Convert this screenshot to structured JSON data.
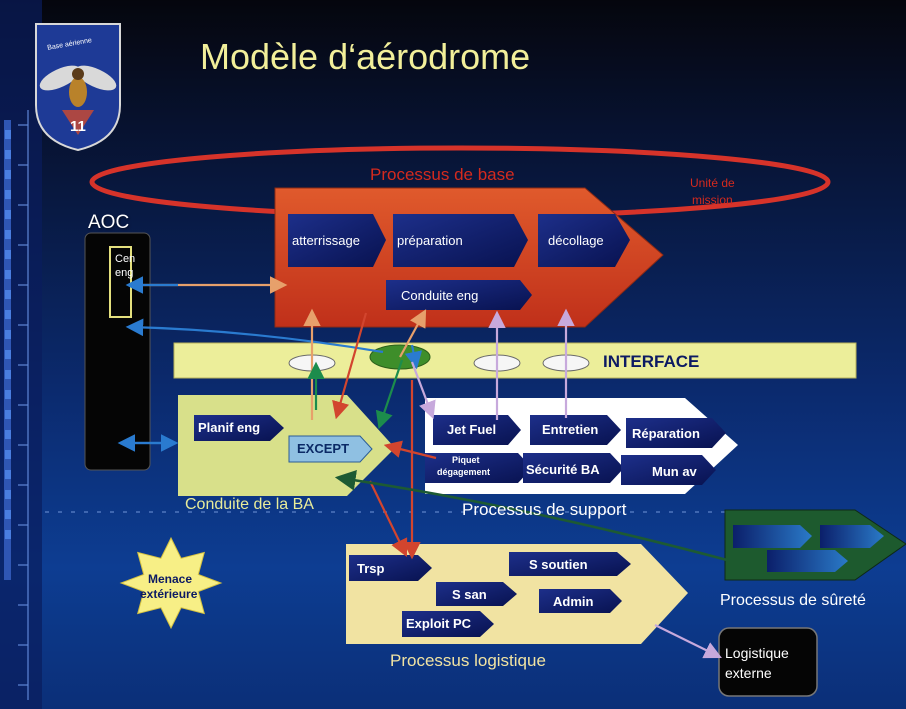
{
  "title": "Modèle d‘aérodrome",
  "emblem": {
    "text": "Base aérienne",
    "number": "11"
  },
  "aoc": {
    "label": "AOC",
    "cen": "Cen",
    "eng": "eng"
  },
  "base": {
    "label": "Processus de base",
    "mission": [
      "Unité de",
      "mission"
    ],
    "steps": [
      "atterrissage",
      "préparation",
      "décollage"
    ],
    "conduite_eng": "Conduite eng"
  },
  "interface": {
    "label": "INTERFACE"
  },
  "conduite_ba": {
    "label": "Conduite de la BA",
    "planif": "Planif eng",
    "except": "EXCEPT"
  },
  "support": {
    "label": "Processus de support",
    "jet_fuel": "Jet Fuel",
    "entretien": "Entretien",
    "reparation": "Réparation",
    "piquet": [
      "Piquet",
      "dégagement"
    ],
    "securite": "Sécurité BA",
    "mun": "Mun av"
  },
  "logistique": {
    "label": "Processus logistique",
    "trsp": "Trsp",
    "s_soutien": "S soutien",
    "s_san": "S san",
    "admin": "Admin",
    "exploit": "Exploit PC"
  },
  "surete": {
    "label": "Processus de sûreté"
  },
  "menace": [
    "Menace",
    "extérieure"
  ],
  "log_externe": [
    "Logistique",
    "externe"
  ],
  "colors": {
    "title": "#f2ef9a",
    "base_red": "#cf3a1c",
    "conduite_green": "#d8e08a",
    "support_white": "#ffffff",
    "logistique_cream": "#f1e3a2",
    "surete_green": "#1d5a2e",
    "interface_yellow": "#ecee9a",
    "ellipse_red": "#d6332a",
    "navy": "#0c1a63",
    "star_yellow": "#f7ef86"
  }
}
